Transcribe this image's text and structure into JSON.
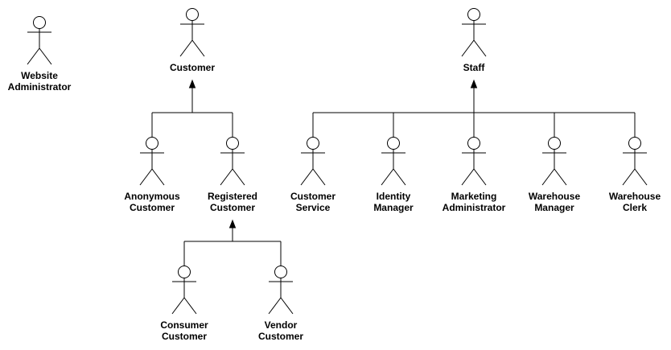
{
  "actors": {
    "website_administrator": [
      "Website",
      "Administrator"
    ],
    "customer": [
      "Customer"
    ],
    "staff": [
      "Staff"
    ],
    "anonymous_customer": [
      "Anonymous",
      "Customer"
    ],
    "registered_customer": [
      "Registered",
      "Customer"
    ],
    "customer_service": [
      "Customer",
      "Service"
    ],
    "identity_manager": [
      "Identity",
      "Manager"
    ],
    "marketing_administrator": [
      "Marketing",
      "Administrator"
    ],
    "warehouse_manager": [
      "Warehouse",
      "Manager"
    ],
    "warehouse_clerk": [
      "Warehouse",
      "Clerk"
    ],
    "consumer_customer": [
      "Consumer",
      "Customer"
    ],
    "vendor_customer": [
      "Vendor",
      "Customer"
    ]
  },
  "generalizations": [
    {
      "parent": "customer",
      "children": [
        "anonymous_customer",
        "registered_customer"
      ]
    },
    {
      "parent": "staff",
      "children": [
        "customer_service",
        "identity_manager",
        "marketing_administrator",
        "warehouse_manager",
        "warehouse_clerk"
      ]
    },
    {
      "parent": "registered_customer",
      "children": [
        "consumer_customer",
        "vendor_customer"
      ]
    }
  ]
}
